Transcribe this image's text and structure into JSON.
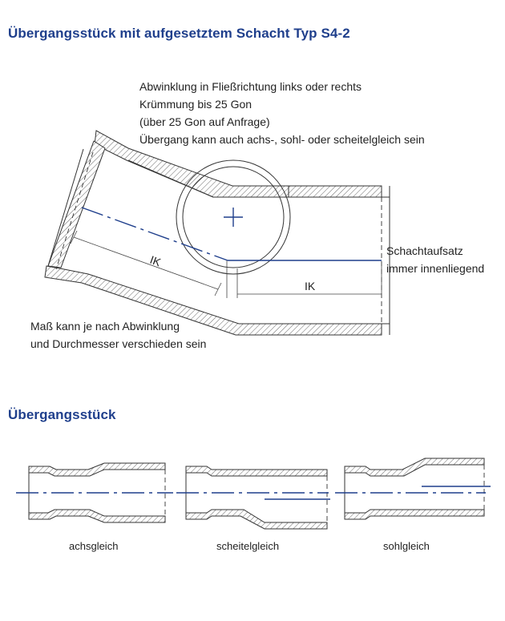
{
  "headings": {
    "main": "Übergangsstück mit aufgesetztem Schacht Typ S4-2",
    "second": "Übergangsstück"
  },
  "notes": {
    "top_line1": "Abwinklung in Fließrichtung links oder rechts",
    "top_line2": "Krümmung bis 25 Gon",
    "top_line3": "(über 25 Gon auf Anfrage)",
    "top_line4": "Übergang kann auch achs-, sohl- oder scheitelgleich sein",
    "right_line1": "Schachtaufsatz",
    "right_line2": "immer innenliegend",
    "bottom_line1": "Maß kann je nach Abwinklung",
    "bottom_line2": "und Durchmesser verschieden sein"
  },
  "dimensions": {
    "ik_left": "IK",
    "ik_right": "IK"
  },
  "variants": {
    "a": "achsgleich",
    "b": "scheitelgleich",
    "c": "sohlgleich"
  },
  "colors": {
    "accent": "#1f3f8c",
    "line": "#333333"
  }
}
